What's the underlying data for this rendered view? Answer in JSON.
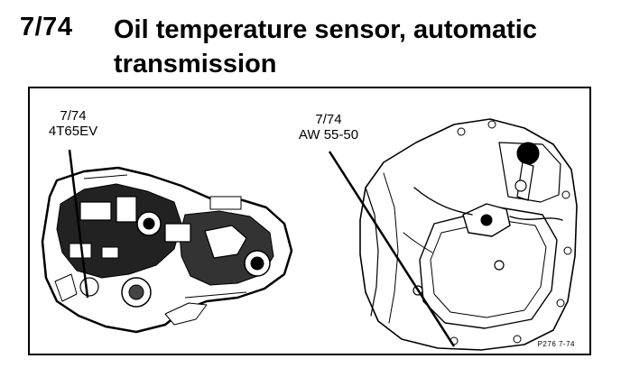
{
  "heading": {
    "number": "7/74",
    "title": "Oil temperature sensor, automatic transmission"
  },
  "figure": {
    "left_callout": {
      "ref": "7/74",
      "model": "4T65EV"
    },
    "right_callout": {
      "ref": "7/74",
      "model": "AW 55-50"
    },
    "figure_id": "P276 7-74"
  }
}
